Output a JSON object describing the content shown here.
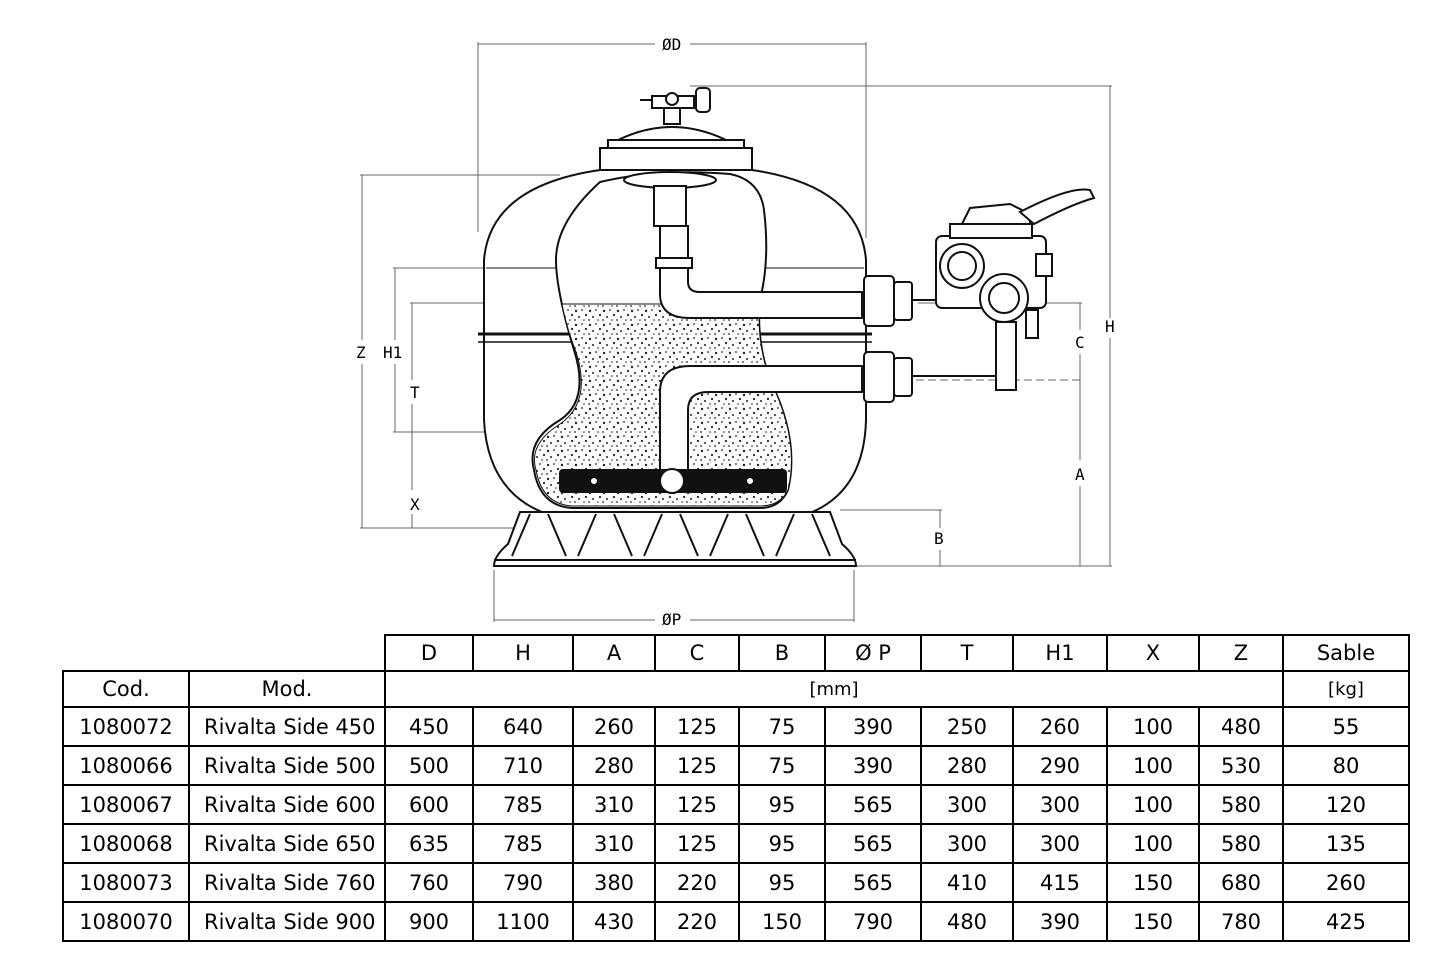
{
  "drawing": {
    "dimension_labels": {
      "D": "ØD",
      "P": "ØP",
      "H": "H",
      "C": "C",
      "A": "A",
      "B": "B",
      "Z": "Z",
      "H1": "H1",
      "T": "T",
      "X": "X"
    }
  },
  "table": {
    "header": {
      "code": "Cod.",
      "model": "Mod.",
      "columns": [
        "D",
        "H",
        "A",
        "C",
        "B",
        "Ø P",
        "T",
        "H1",
        "X",
        "Z",
        "Sable"
      ],
      "units_mm": "[mm]",
      "units_kg": "[kg]"
    },
    "rows": [
      {
        "code": "1080072",
        "model": "Rivalta Side 450",
        "values": [
          "450",
          "640",
          "260",
          "125",
          "75",
          "390",
          "250",
          "260",
          "100",
          "480",
          "55"
        ]
      },
      {
        "code": "1080066",
        "model": "Rivalta Side 500",
        "values": [
          "500",
          "710",
          "280",
          "125",
          "75",
          "390",
          "280",
          "290",
          "100",
          "530",
          "80"
        ]
      },
      {
        "code": "1080067",
        "model": "Rivalta Side 600",
        "values": [
          "600",
          "785",
          "310",
          "125",
          "95",
          "565",
          "300",
          "300",
          "100",
          "580",
          "120"
        ]
      },
      {
        "code": "1080068",
        "model": "Rivalta Side 650",
        "values": [
          "635",
          "785",
          "310",
          "125",
          "95",
          "565",
          "300",
          "300",
          "100",
          "580",
          "135"
        ]
      },
      {
        "code": "1080073",
        "model": "Rivalta Side 760",
        "values": [
          "760",
          "790",
          "380",
          "220",
          "95",
          "565",
          "410",
          "415",
          "150",
          "680",
          "260"
        ]
      },
      {
        "code": "1080070",
        "model": "Rivalta Side 900",
        "values": [
          "900",
          "1100",
          "430",
          "220",
          "150",
          "790",
          "480",
          "390",
          "150",
          "780",
          "425"
        ]
      }
    ]
  }
}
